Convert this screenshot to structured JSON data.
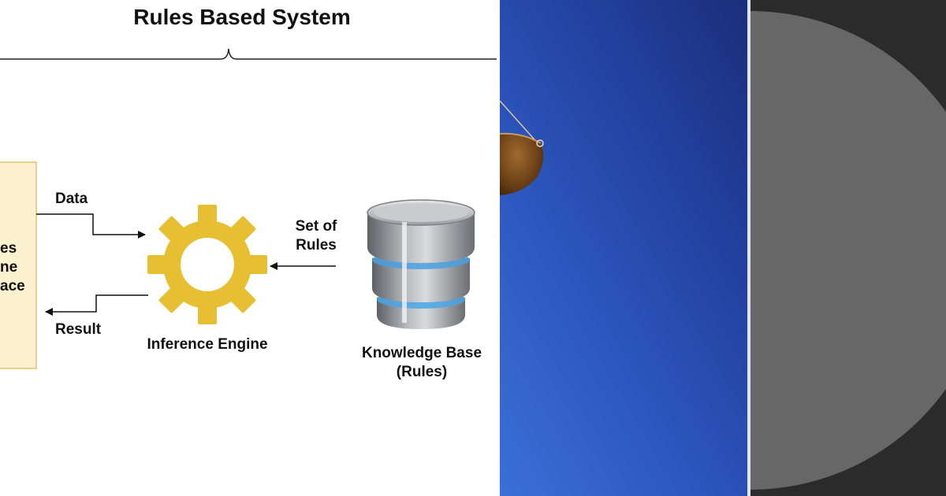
{
  "diagram": {
    "title": "Rules Based System",
    "interface_lines": [
      "es",
      "ne",
      "ace"
    ],
    "data_label": "Data",
    "result_label": "Result",
    "inference_label": "Inference Engine",
    "set_of_rules_lines": [
      "Set of",
      "Rules"
    ],
    "kb_label_lines": [
      "Knowledge Base",
      "(Rules)"
    ]
  },
  "colors": {
    "interface_fill": "#fbf1cf",
    "interface_stroke": "#e3c36a",
    "gear": "#e6bf32",
    "database_body": "#8c8f93",
    "database_ring": "#4aa0e0",
    "photo_blue": "#2d58c0",
    "circle_gray": "#676767",
    "dark_background": "#2b2b2b"
  },
  "icons": {
    "inference_engine": "gear-icon",
    "knowledge_base": "database-icon"
  }
}
